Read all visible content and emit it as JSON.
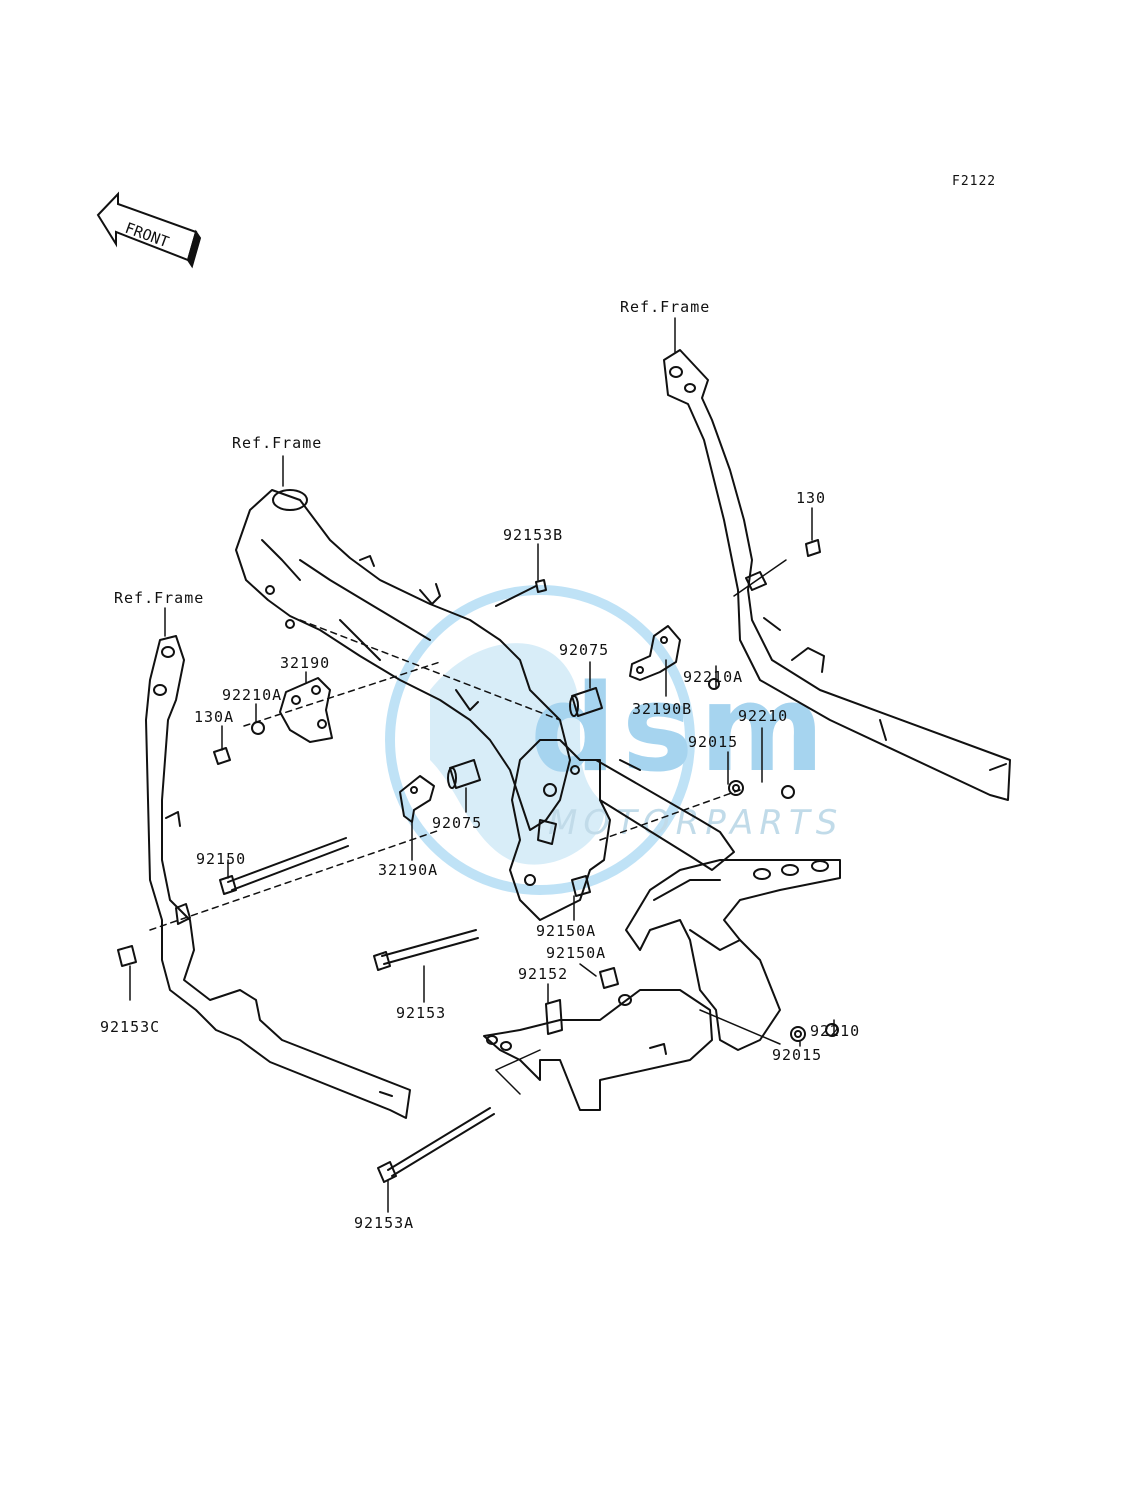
{
  "diagram": {
    "code": "F2122",
    "direction_arrow": {
      "text": "FRONT",
      "icon": "front-arrow-icon"
    },
    "watermark": {
      "text": "MOTORPARTS",
      "icon": "watermark-logo",
      "color": "#7fc3ea"
    },
    "ref_labels": [
      "Ref.Frame",
      "Ref.Frame",
      "Ref.Frame"
    ],
    "parts": [
      "130",
      "92153B",
      "92075",
      "92210A",
      "32190B",
      "92210",
      "92015",
      "32190",
      "92210A",
      "130A",
      "92075",
      "92150",
      "32190A",
      "92150A",
      "92150A",
      "92152",
      "92153",
      "92153C",
      "92210",
      "92015",
      "92153A"
    ]
  }
}
